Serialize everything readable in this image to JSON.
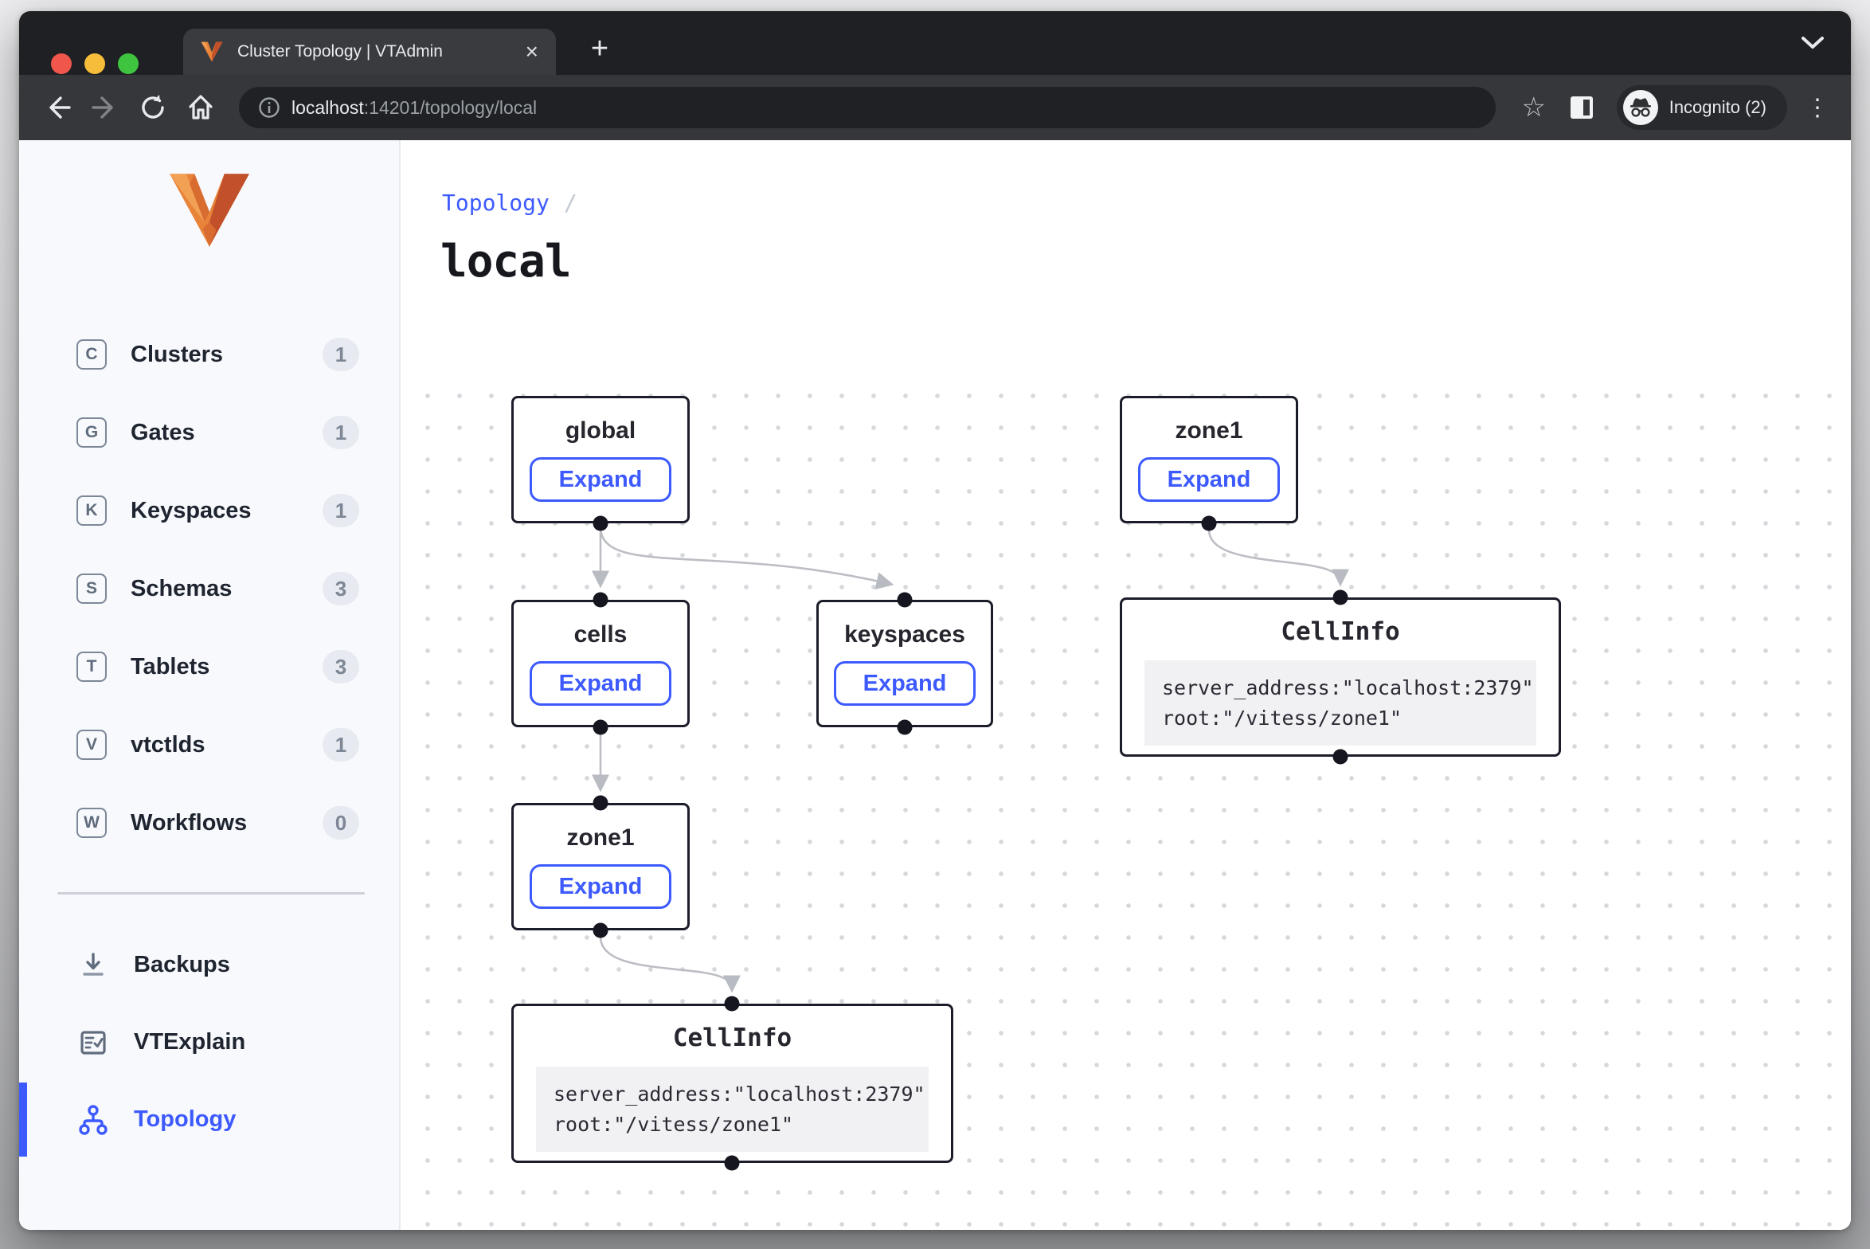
{
  "colors": {
    "accent_blue": "#3d5afe",
    "node_border": "#1c1d2a",
    "edge_gray": "#bcbec4",
    "sidebar_bg": "#f8f9fc",
    "badge_bg": "#e7ebf1",
    "brand_orange": "#e8833a"
  },
  "tab": {
    "title": "Cluster Topology | VTAdmin",
    "close_glyph": "×",
    "new_tab_glyph": "+"
  },
  "toolbar": {
    "url_host": "localhost",
    "url_rest": ":14201/topology/local",
    "star_glyph": "☆",
    "incognito_label": "Incognito (2)",
    "menu_glyph": "⋮"
  },
  "sidebar": {
    "items": [
      {
        "icon_letter": "C",
        "label": "Clusters",
        "count": "1"
      },
      {
        "icon_letter": "G",
        "label": "Gates",
        "count": "1"
      },
      {
        "icon_letter": "K",
        "label": "Keyspaces",
        "count": "1"
      },
      {
        "icon_letter": "S",
        "label": "Schemas",
        "count": "3"
      },
      {
        "icon_letter": "T",
        "label": "Tablets",
        "count": "3"
      },
      {
        "icon_letter": "V",
        "label": "vtctlds",
        "count": "1"
      },
      {
        "icon_letter": "W",
        "label": "Workflows",
        "count": "0"
      }
    ],
    "secondary": [
      {
        "label": "Backups"
      },
      {
        "label": "VTExplain"
      },
      {
        "label": "Topology",
        "active": true
      }
    ]
  },
  "main": {
    "breadcrumb": "Topology",
    "breadcrumb_sep": "/",
    "title": "local"
  },
  "graph": {
    "nodes": [
      {
        "id": "global",
        "label": "global",
        "button": "Expand"
      },
      {
        "id": "zone1-top",
        "label": "zone1",
        "button": "Expand"
      },
      {
        "id": "cells",
        "label": "cells",
        "button": "Expand"
      },
      {
        "id": "keyspaces",
        "label": "keyspaces",
        "button": "Expand"
      },
      {
        "id": "zone1-bottom",
        "label": "zone1",
        "button": "Expand"
      },
      {
        "id": "cellinfo-right",
        "label": "CellInfo",
        "code_line1": "server_address:\"localhost:2379\"",
        "code_line2": "root:\"/vitess/zone1\""
      },
      {
        "id": "cellinfo-bottom",
        "label": "CellInfo",
        "code_line1": "server_address:\"localhost:2379\"",
        "code_line2": "root:\"/vitess/zone1\""
      }
    ],
    "edges": [
      {
        "from": "global",
        "to": "cells"
      },
      {
        "from": "global",
        "to": "keyspaces"
      },
      {
        "from": "zone1-top",
        "to": "cellinfo-right"
      },
      {
        "from": "cells",
        "to": "zone1-bottom"
      },
      {
        "from": "zone1-bottom",
        "to": "cellinfo-bottom"
      }
    ]
  }
}
